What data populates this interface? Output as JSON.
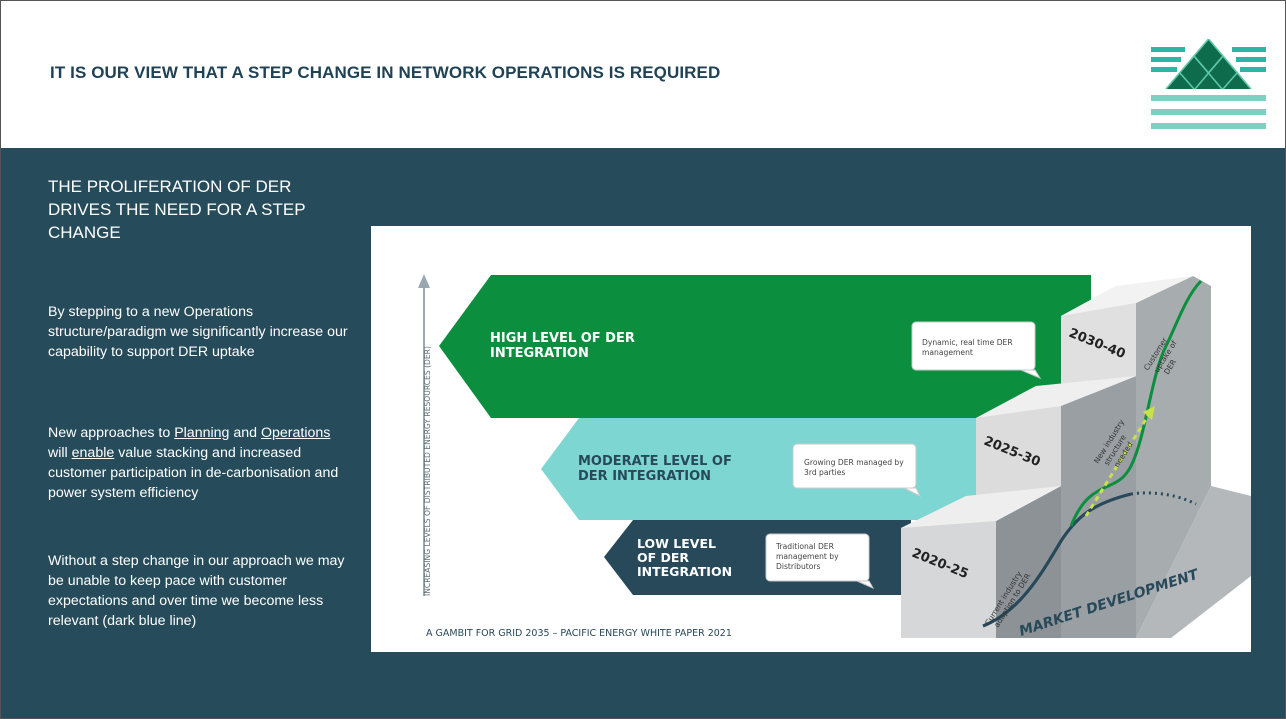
{
  "header": {
    "title": "IT IS OUR VIEW THAT A STEP CHANGE IN NETWORK OPERATIONS IS REQUIRED",
    "logo_icon": "brand-logo-icon"
  },
  "sidebar": {
    "section_title": "THE PROLIFERATION OF DER DRIVES THE NEED FOR A STEP CHANGE",
    "para1": "By stepping to a new Operations structure/paradigm we significantly increase our capability to support DER uptake",
    "para2": {
      "t1": "New approaches to ",
      "planning": "Planning",
      "t2": " and ",
      "operations": "Operations",
      "t3": " will ",
      "enable": "enable",
      "t4": " value stacking and increased customer participation in de-carbonisation and power system efficiency"
    },
    "para3": "Without a step change in our approach we may be unable to keep pace with customer expectations and over time we become less relevant (dark blue line)"
  },
  "diagram": {
    "y_axis_label": "INCREASING LEVELS OF DISTRIBUTED ENERGY RESOURCES (DER)",
    "arrows": {
      "high": {
        "line1": "HIGH LEVEL OF DER",
        "line2": "INTEGRATION",
        "color": "#0b8f3f"
      },
      "moderate": {
        "line1": "MODERATE LEVEL OF",
        "line2": "DER INTEGRATION",
        "color": "#7ed6d2"
      },
      "low": {
        "line1": "LOW LEVEL",
        "line2": "OF DER",
        "line3": "INTEGRATION",
        "color": "#27495a"
      }
    },
    "callouts": {
      "high": {
        "line1": "Dynamic, real time DER",
        "line2": "management"
      },
      "moderate": {
        "line1": "Growing DER managed by",
        "line2": "3rd parties"
      },
      "low": {
        "line1": "Traditional DER",
        "line2": "management by",
        "line3": "Distributors"
      }
    },
    "steps": {
      "s1": "2020-25",
      "s2": "2025-30",
      "s3": "2030-40"
    },
    "curve_labels": {
      "current": {
        "line1": "Current industry",
        "line2": "adaption to DER"
      },
      "new": {
        "line1": "New industry",
        "line2": "structure",
        "line3": "needed"
      },
      "uptake": {
        "line1": "Customer",
        "line2": "uptake of",
        "line3": "DER"
      }
    },
    "market_development": "MARKET DEVELOPMENT",
    "source": "A GAMBIT FOR GRID 2035 – PACIFIC ENERGY WHITE PAPER 2021",
    "colors": {
      "dark_line": "#27495a",
      "green_line": "#0b8f3f",
      "dashed_arrow": "#c8e04a"
    }
  }
}
